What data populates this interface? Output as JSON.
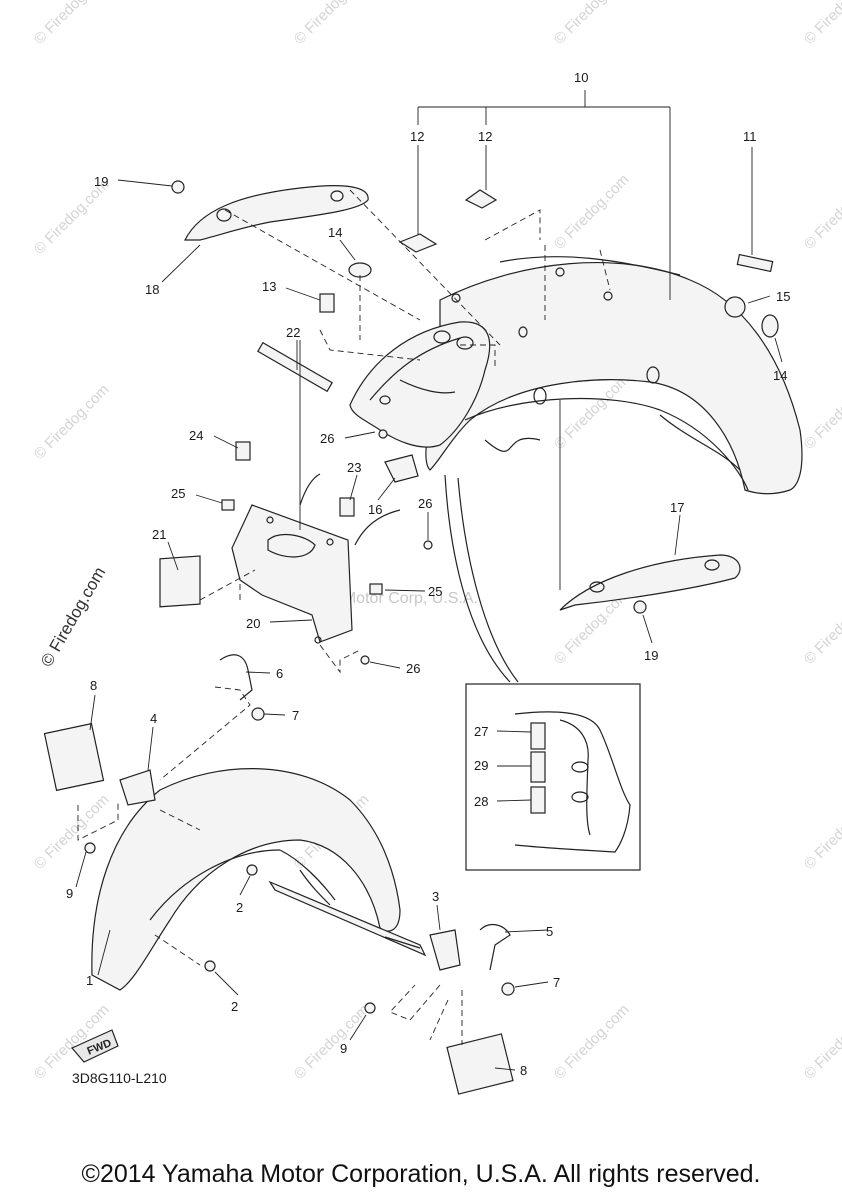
{
  "watermark": {
    "site": "© Firedog.com",
    "center": "Yamaha Motor Corp, U.S.A."
  },
  "callouts": {
    "p1": "1",
    "p2a": "2",
    "p2b": "2",
    "p3": "3",
    "p4": "4",
    "p5": "5",
    "p6": "6",
    "p7a": "7",
    "p7b": "7",
    "p8a": "8",
    "p8b": "8",
    "p9a": "9",
    "p9b": "9",
    "p10": "10",
    "p11": "11",
    "p12a": "12",
    "p12b": "12",
    "p13": "13",
    "p14a": "14",
    "p14b": "14",
    "p15": "15",
    "p16": "16",
    "p17": "17",
    "p18": "18",
    "p19a": "19",
    "p19b": "19",
    "p20": "20",
    "p21": "21",
    "p22": "22",
    "p23": "23",
    "p24": "24",
    "p25a": "25",
    "p25b": "25",
    "p26a": "26",
    "p26b": "26",
    "p26c": "26",
    "inset27": "27",
    "inset29": "29",
    "inset28": "28"
  },
  "fwd_badge": "FWD",
  "catalog_code": "3D8G110-L210",
  "copyright": "©2014 Yamaha Motor Corporation, U.S.A. All rights reserved."
}
